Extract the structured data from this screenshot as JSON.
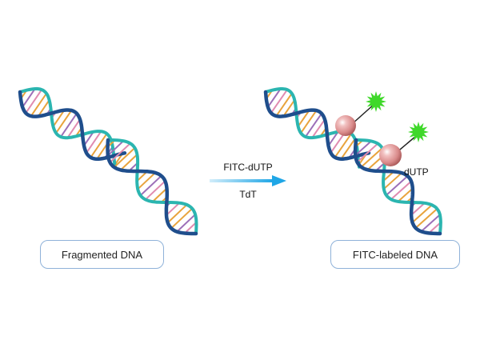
{
  "labels": {
    "left_box": "Fragmented DNA",
    "right_box": "FITC-labeled DNA",
    "arrow_top": "FITC-dUTP",
    "arrow_bottom": "TdT",
    "nucleotide": "dUTP"
  },
  "colors": {
    "strand_dark": "#1f4e8c",
    "strand_teal": "#2bb5b0",
    "rung_orange": "#e8a33c",
    "rung_purple": "#9c6fb8",
    "rung_pink": "#e08bb0",
    "arrow": "#1fa6e6",
    "bead": "#d98a8a",
    "fluor": "#3fd82a",
    "box_border": "#8fb2d9"
  },
  "icons": {
    "bead": "sphere-icon",
    "fluorophore": "starburst-icon",
    "arrow": "arrow-right-icon"
  }
}
